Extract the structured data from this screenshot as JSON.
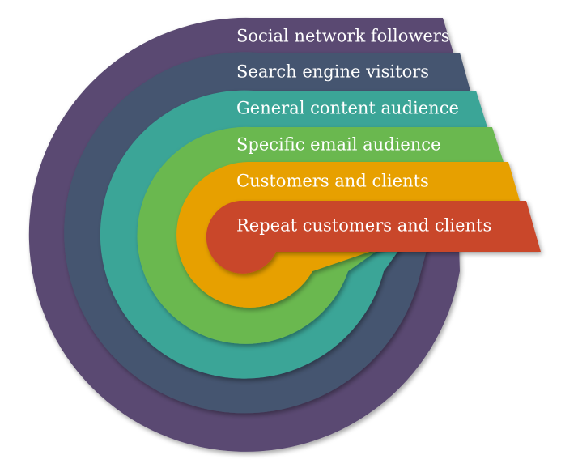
{
  "layers": [
    {
      "label": "Social network followers",
      "color": "#5a4a72"
    },
    {
      "label": "Search engine visitors",
      "color": "#44546f"
    },
    {
      "label": "General content audience",
      "color": "#3aa597"
    },
    {
      "label": "Specific email audience",
      "color": "#6ab84f"
    },
    {
      "label": "Customers and clients",
      "color": "#e7a000"
    },
    {
      "label": "Repeat customers and clients",
      "color": "#c9472a"
    }
  ]
}
